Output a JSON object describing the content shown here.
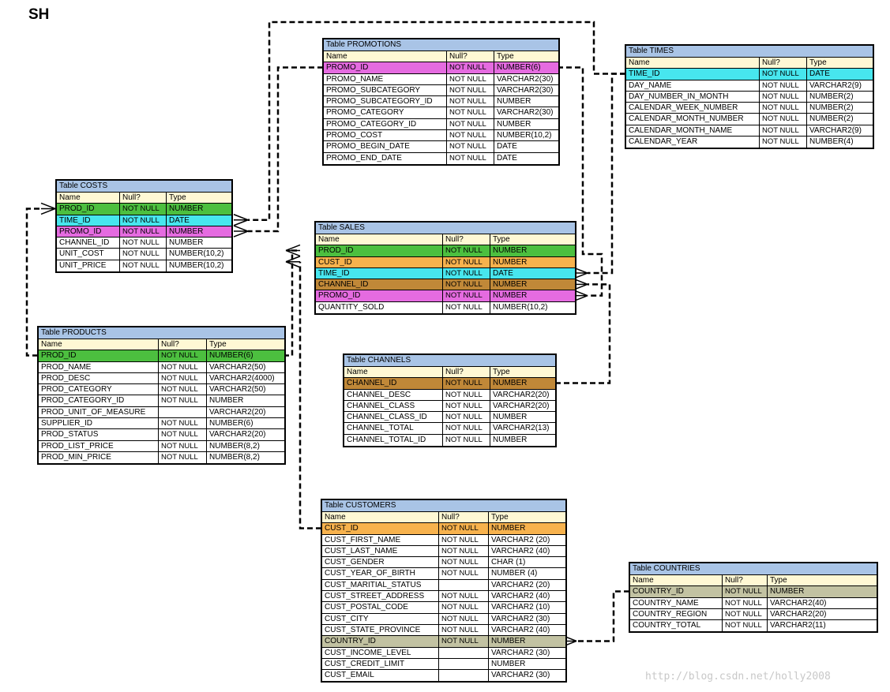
{
  "schema_title": "SH",
  "watermark": "http://blog.csdn.net/holly2008",
  "colors": {
    "table_header": "#a9c4e6",
    "column_header": "#fff8d4",
    "prod_id": "#4cbf3f",
    "time_id": "#47e6ee",
    "promo_id": "#e56be0",
    "cust_id": "#f7b24d",
    "channel_id": "#c08838",
    "country_id": "#c2c2a2"
  },
  "tables": [
    {
      "key": "promotions",
      "title": "Table PROMOTIONS",
      "header": [
        "Name",
        "Null?",
        "Type"
      ],
      "rows": [
        {
          "name": "PROMO_ID",
          "null": "NOT NULL",
          "type": "NUMBER(6)",
          "hl": "promo_id"
        },
        {
          "name": "PROMO_NAME",
          "null": "NOT NULL",
          "type": "VARCHAR2(30)"
        },
        {
          "name": "PROMO_SUBCATEGORY",
          "null": "NOT NULL",
          "type": "VARCHAR2(30)"
        },
        {
          "name": "PROMO_SUBCATEGORY_ID",
          "null": "NOT NULL",
          "type": "NUMBER"
        },
        {
          "name": "PROMO_CATEGORY",
          "null": "NOT NULL",
          "type": "VARCHAR2(30)"
        },
        {
          "name": "PROMO_CATEGORY_ID",
          "null": "NOT NULL",
          "type": "NUMBER"
        },
        {
          "name": "PROMO_COST",
          "null": "NOT NULL",
          "type": "NUMBER(10,2)"
        },
        {
          "name": "PROMO_BEGIN_DATE",
          "null": "NOT NULL",
          "type": "DATE"
        },
        {
          "name": "PROMO_END_DATE",
          "null": "NOT NULL",
          "type": "DATE"
        }
      ]
    },
    {
      "key": "times",
      "title": "Table TIMES",
      "header": [
        "Name",
        "Null?",
        "Type"
      ],
      "rows": [
        {
          "name": "TIME_ID",
          "null": "NOT NULL",
          "type": "DATE",
          "hl": "time_id"
        },
        {
          "name": "DAY_NAME",
          "null": "NOT NULL",
          "type": "VARCHAR2(9)"
        },
        {
          "name": "DAY_NUMBER_IN_MONTH",
          "null": "NOT NULL",
          "type": "NUMBER(2)"
        },
        {
          "name": "CALENDAR_WEEK_NUMBER",
          "null": "NOT NULL",
          "type": "NUMBER(2)"
        },
        {
          "name": "CALENDAR_MONTH_NUMBER",
          "null": "NOT NULL",
          "type": "NUMBER(2)"
        },
        {
          "name": "CALENDAR_MONTH_NAME",
          "null": "NOT NULL",
          "type": "VARCHAR2(9)"
        },
        {
          "name": "CALENDAR_YEAR",
          "null": "NOT NULL",
          "type": "NUMBER(4)"
        }
      ]
    },
    {
      "key": "costs",
      "title": "Table COSTS",
      "header": [
        "Name",
        "Null?",
        "Type"
      ],
      "rows": [
        {
          "name": "PROD_ID",
          "null": "NOT NULL",
          "type": "NUMBER",
          "hl": "prod_id"
        },
        {
          "name": "TIME_ID",
          "null": "NOT NULL",
          "type": "DATE",
          "hl": "time_id"
        },
        {
          "name": "PROMO_ID",
          "null": "NOT NULL",
          "type": "NUMBER",
          "hl": "promo_id"
        },
        {
          "name": "CHANNEL_ID",
          "null": "NOT NULL",
          "type": "NUMBER"
        },
        {
          "name": "UNIT_COST",
          "null": "NOT NULL",
          "type": "NUMBER(10,2)"
        },
        {
          "name": "UNIT_PRICE",
          "null": "NOT NULL",
          "type": "NUMBER(10,2)"
        }
      ]
    },
    {
      "key": "sales",
      "title": "Table SALES",
      "header": [
        "Name",
        "Null?",
        "Type"
      ],
      "rows": [
        {
          "name": "PROD_ID",
          "null": "NOT NULL",
          "type": "NUMBER",
          "hl": "prod_id"
        },
        {
          "name": "CUST_ID",
          "null": "NOT NULL",
          "type": "NUMBER",
          "hl": "cust_id"
        },
        {
          "name": "TIME_ID",
          "null": "NOT NULL",
          "type": "DATE",
          "hl": "time_id"
        },
        {
          "name": "CHANNEL_ID",
          "null": "NOT NULL",
          "type": "NUMBER",
          "hl": "channel_id"
        },
        {
          "name": "PROMO_ID",
          "null": "NOT NULL",
          "type": "NUMBER",
          "hl": "promo_id"
        },
        {
          "name": "QUANTITY_SOLD",
          "null": "NOT NULL",
          "type": "NUMBER(10,2)"
        }
      ]
    },
    {
      "key": "products",
      "title": "Table PRODUCTS",
      "header": [
        "Name",
        "Null?",
        "Type"
      ],
      "rows": [
        {
          "name": "PROD_ID",
          "null": "NOT NULL",
          "type": "NUMBER(6)",
          "hl": "prod_id"
        },
        {
          "name": "PROD_NAME",
          "null": "NOT NULL",
          "type": "VARCHAR2(50)"
        },
        {
          "name": "PROD_DESC",
          "null": "NOT NULL",
          "type": "VARCHAR2(4000)"
        },
        {
          "name": "PROD_CATEGORY",
          "null": "NOT NULL",
          "type": "VARCHAR2(50)"
        },
        {
          "name": "PROD_CATEGORY_ID",
          "null": "NOT NULL",
          "type": "NUMBER"
        },
        {
          "name": "PROD_UNIT_OF_MEASURE",
          "null": "",
          "type": "VARCHAR2(20)"
        },
        {
          "name": "SUPPLIER_ID",
          "null": "NOT NULL",
          "type": "NUMBER(6)"
        },
        {
          "name": "PROD_STATUS",
          "null": "NOT NULL",
          "type": "VARCHAR2(20)"
        },
        {
          "name": "PROD_LIST_PRICE",
          "null": "NOT NULL",
          "type": "NUMBER(8,2)"
        },
        {
          "name": "PROD_MIN_PRICE",
          "null": "NOT NULL",
          "type": "NUMBER(8,2)"
        }
      ]
    },
    {
      "key": "channels",
      "title": "Table CHANNELS",
      "header": [
        "Name",
        "Null?",
        "Type"
      ],
      "rows": [
        {
          "name": "CHANNEL_ID",
          "null": "NOT NULL",
          "type": "NUMBER",
          "hl": "channel_id"
        },
        {
          "name": "CHANNEL_DESC",
          "null": "NOT NULL",
          "type": "VARCHAR2(20)"
        },
        {
          "name": "CHANNEL_CLASS",
          "null": "NOT NULL",
          "type": "VARCHAR2(20)"
        },
        {
          "name": "CHANNEL_CLASS_ID",
          "null": "NOT NULL",
          "type": "NUMBER"
        },
        {
          "name": "CHANNEL_TOTAL",
          "null": "NOT NULL",
          "type": "VARCHAR2(13)"
        },
        {
          "name": "CHANNEL_TOTAL_ID",
          "null": "NOT NULL",
          "type": "NUMBER"
        }
      ]
    },
    {
      "key": "customers",
      "title": "Table CUSTOMERS",
      "header": [
        "Name",
        "Null?",
        "Type"
      ],
      "rows": [
        {
          "name": "CUST_ID",
          "null": "NOT NULL",
          "type": "NUMBER",
          "hl": "cust_id"
        },
        {
          "name": "CUST_FIRST_NAME",
          "null": "NOT NULL",
          "type": "VARCHAR2 (20)"
        },
        {
          "name": "CUST_LAST_NAME",
          "null": "NOT NULL",
          "type": "VARCHAR2 (40)"
        },
        {
          "name": "CUST_GENDER",
          "null": "NOT NULL",
          "type": "CHAR (1)"
        },
        {
          "name": "CUST_YEAR_OF_BIRTH",
          "null": "NOT NULL",
          "type": "NUMBER (4)"
        },
        {
          "name": "CUST_MARITIAL_STATUS",
          "null": "",
          "type": "VARCHAR2 (20)"
        },
        {
          "name": "CUST_STREET_ADDRESS",
          "null": "NOT NULL",
          "type": "VARCHAR2 (40)"
        },
        {
          "name": "CUST_POSTAL_CODE",
          "null": "NOT NULL",
          "type": "VARCHAR2 (10)"
        },
        {
          "name": "CUST_CITY",
          "null": "NOT NULL",
          "type": "VARCHAR2 (30)"
        },
        {
          "name": "CUST_STATE_PROVINCE",
          "null": "NOT NULL",
          "type": "VARCHAR2 (40)"
        },
        {
          "name": "COUNTRY_ID",
          "null": "NOT NULL",
          "type": "NUMBER",
          "hl": "country_id"
        },
        {
          "name": "CUST_INCOME_LEVEL",
          "null": "",
          "type": "VARCHAR2 (30)"
        },
        {
          "name": "CUST_CREDIT_LIMIT",
          "null": "",
          "type": "NUMBER"
        },
        {
          "name": "CUST_EMAIL",
          "null": "",
          "type": "VARCHAR2 (30)"
        }
      ]
    },
    {
      "key": "countries",
      "title": "Table COUNTRIES",
      "header": [
        "Name",
        "Null?",
        "Type"
      ],
      "rows": [
        {
          "name": "COUNTRY_ID",
          "null": "NOT NULL",
          "type": "NUMBER",
          "hl": "country_id"
        },
        {
          "name": "COUNTRY_NAME",
          "null": "NOT NULL",
          "type": "VARCHAR2(40)"
        },
        {
          "name": "COUNTRY_REGION",
          "null": "NOT NULL",
          "type": "VARCHAR2(20)"
        },
        {
          "name": "COUNTRY_TOTAL",
          "null": "NOT NULL",
          "type": "VARCHAR2(11)"
        }
      ]
    }
  ]
}
